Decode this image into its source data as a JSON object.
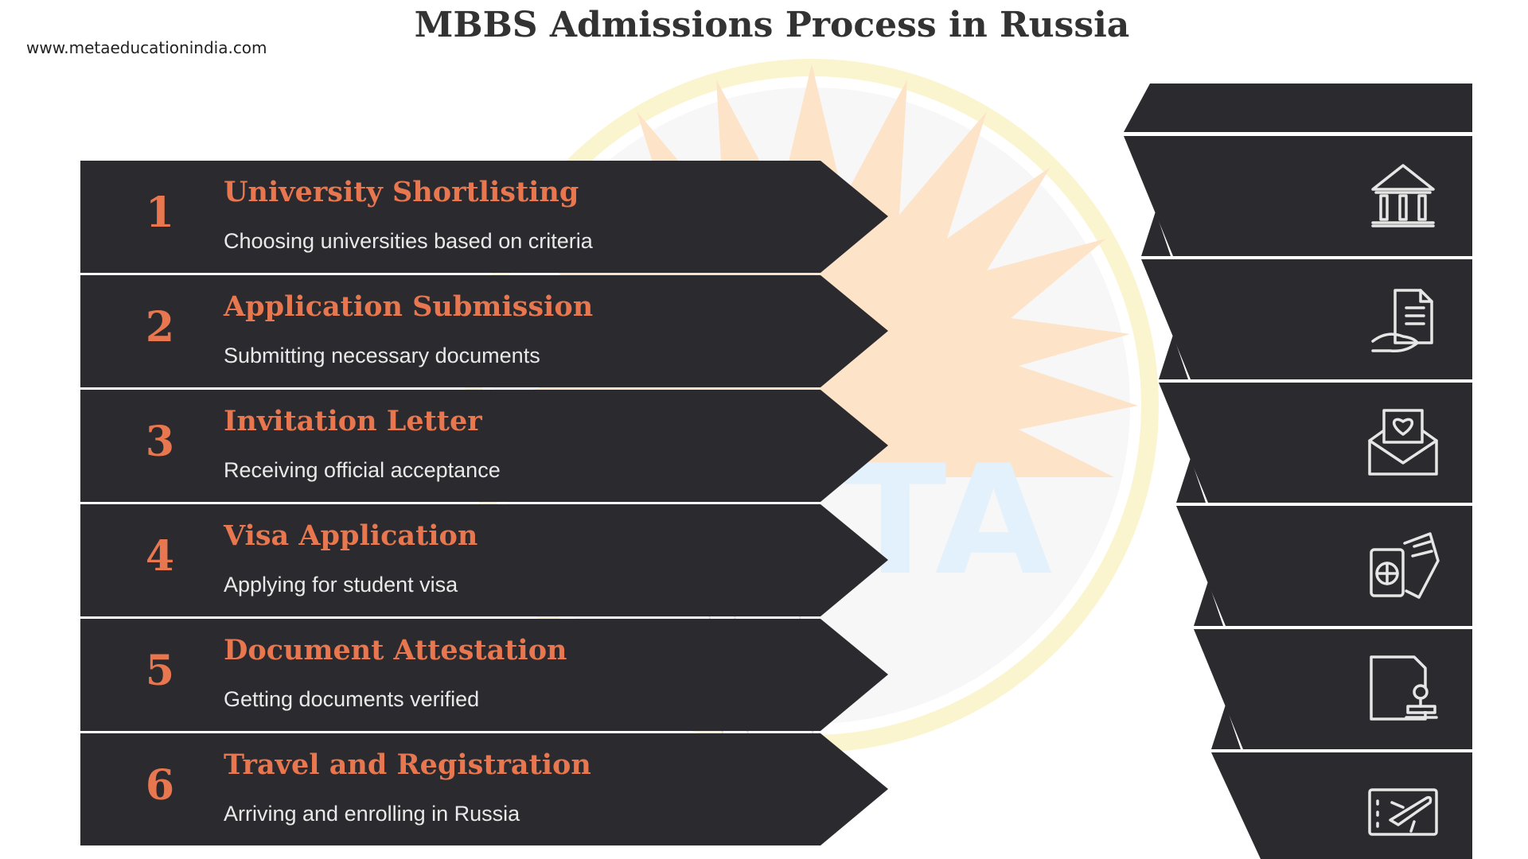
{
  "header": {
    "site_url": "www.metaeducationindia.com",
    "title": "MBBS Admissions Process in Russia"
  },
  "colors": {
    "panel": "#2b2a2e",
    "accent": "#e8774f",
    "description": "#e9e9e9",
    "icon_stroke": "#e6e6e6",
    "background": "#ffffff"
  },
  "steps": [
    {
      "number": "1",
      "title": "University Shortlisting",
      "description": "Choosing universities based on criteria",
      "icon": "university-building-icon"
    },
    {
      "number": "2",
      "title": "Application Submission",
      "description": "Submitting necessary documents",
      "icon": "document-in-hand-icon"
    },
    {
      "number": "3",
      "title": "Invitation Letter",
      "description": "Receiving official acceptance",
      "icon": "heart-envelope-icon"
    },
    {
      "number": "4",
      "title": "Visa Application",
      "description": "Applying for student visa",
      "icon": "passport-ticket-icon"
    },
    {
      "number": "5",
      "title": "Document Attestation",
      "description": "Getting documents verified",
      "icon": "document-stamp-icon"
    },
    {
      "number": "6",
      "title": "Travel and Registration",
      "description": "Arriving and enrolling in Russia",
      "icon": "airplane-ticket-icon"
    }
  ]
}
